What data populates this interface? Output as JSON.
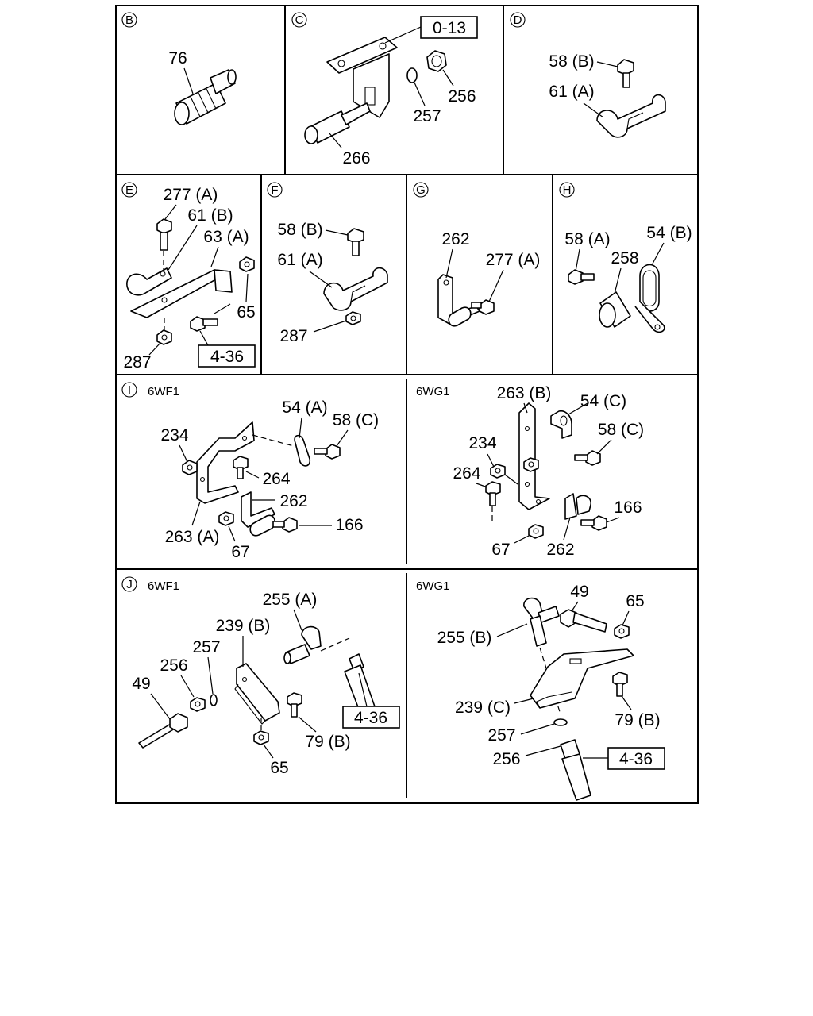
{
  "sections": [
    {
      "id": "B",
      "letter": "B",
      "model": "",
      "labels": [
        "76"
      ],
      "refs": []
    },
    {
      "id": "C",
      "letter": "C",
      "model": "",
      "labels": [
        "256",
        "257",
        "266"
      ],
      "refs": [
        "0-13"
      ]
    },
    {
      "id": "D",
      "letter": "D",
      "model": "",
      "labels": [
        "58 (B)",
        "61 (A)"
      ],
      "refs": []
    },
    {
      "id": "E",
      "letter": "E",
      "model": "",
      "labels": [
        "277 (A)",
        "61 (B)",
        "63 (A)",
        "65",
        "287"
      ],
      "refs": [
        "4-36"
      ]
    },
    {
      "id": "F",
      "letter": "F",
      "model": "",
      "labels": [
        "58 (B)",
        "61 (A)",
        "287"
      ],
      "refs": []
    },
    {
      "id": "G",
      "letter": "G",
      "model": "",
      "labels": [
        "262",
        "277 (A)"
      ],
      "refs": []
    },
    {
      "id": "H",
      "letter": "H",
      "model": "",
      "labels": [
        "58 (A)",
        "258",
        "54 (B)"
      ],
      "refs": []
    },
    {
      "id": "I1",
      "letter": "I",
      "model": "6WF1",
      "labels": [
        "54 (A)",
        "58 (C)",
        "234",
        "264",
        "262",
        "166",
        "263 (A)",
        "67"
      ],
      "refs": []
    },
    {
      "id": "I2",
      "letter": "",
      "model": "6WG1",
      "labels": [
        "263 (B)",
        "54 (C)",
        "58 (C)",
        "234",
        "264",
        "166",
        "67",
        "262"
      ],
      "refs": []
    },
    {
      "id": "J1",
      "letter": "J",
      "model": "6WF1",
      "labels": [
        "255 (A)",
        "239 (B)",
        "257",
        "256",
        "49",
        "79 (B)",
        "65"
      ],
      "refs": [
        "4-36"
      ]
    },
    {
      "id": "J2",
      "letter": "",
      "model": "6WG1",
      "labels": [
        "49",
        "65",
        "255 (B)",
        "239 (C)",
        "79 (B)",
        "257",
        "256"
      ],
      "refs": [
        "4-36"
      ]
    }
  ]
}
